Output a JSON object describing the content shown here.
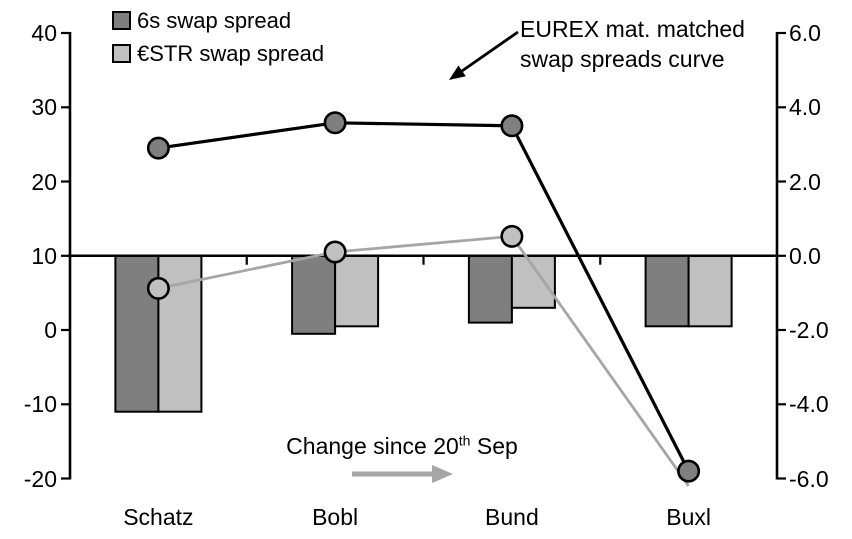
{
  "page": {
    "background": "#ffffff"
  },
  "colors": {
    "dark_gray": "#7f7f7f",
    "light_gray": "#c0c0c0",
    "gray_line": "#a6a6a6",
    "black": "#000000"
  },
  "legend": {
    "items": [
      {
        "label": "6s swap spread",
        "color": "#7f7f7f"
      },
      {
        "label": "€STR swap spread",
        "color": "#c0c0c0"
      }
    ]
  },
  "annotations": {
    "eurex": {
      "line1": "EUREX mat. matched",
      "line2": "swap spreads curve"
    },
    "change": {
      "prefix": "Change since 20",
      "superscript": "th",
      "suffix": " Sep"
    }
  },
  "chart_data": {
    "type": "combo-bar-line",
    "categories": [
      "Schatz",
      "Bobl",
      "Bund",
      "Buxl"
    ],
    "left_axis": {
      "min": -20,
      "max": 40,
      "ticks": [
        "40",
        "30",
        "20",
        "10",
        "0",
        "-10",
        "-20"
      ],
      "tick_values": [
        40,
        30,
        20,
        10,
        0,
        -10,
        -20
      ]
    },
    "right_axis": {
      "min": -6,
      "max": 6,
      "ticks": [
        "6.0",
        "4.0",
        "2.0",
        "0.0",
        "-2.0",
        "-4.0",
        "-6.0"
      ],
      "tick_values": [
        6,
        4,
        2,
        0,
        -2,
        -4,
        -6
      ]
    },
    "bar_baseline_right": 0,
    "series": [
      {
        "name": "6s swap spread change",
        "type": "bar",
        "axis": "right",
        "color": "#7f7f7f",
        "values": [
          -4.2,
          -2.1,
          -1.8,
          -1.9
        ]
      },
      {
        "name": "€STR swap spread change",
        "type": "bar",
        "axis": "right",
        "color": "#c0c0c0",
        "values": [
          -4.2,
          -1.9,
          -1.4,
          -1.9
        ]
      },
      {
        "name": "6s mat. matched swap spreads curve",
        "type": "line",
        "axis": "left",
        "color": "#000000",
        "marker_fill": "#7f7f7f",
        "values": [
          24.5,
          27.9,
          27.5,
          -19.0
        ],
        "markers": [
          true,
          true,
          true,
          true
        ]
      },
      {
        "name": "€STR mat. matched swap spreads curve",
        "type": "line",
        "axis": "left",
        "color": "#a6a6a6",
        "marker_fill": "#c0c0c0",
        "values": [
          5.6,
          10.5,
          12.6,
          -21.0
        ],
        "markers": [
          true,
          true,
          true,
          false
        ]
      }
    ]
  }
}
